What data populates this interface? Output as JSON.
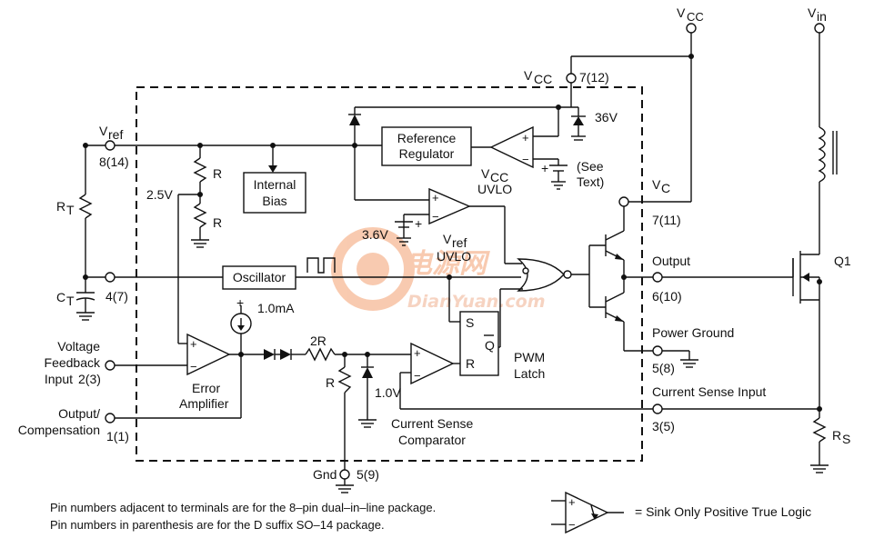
{
  "labels": {
    "vcc_top": "V",
    "vcc_top_sub": "CC",
    "vin": "V",
    "vin_sub": "in",
    "vcc_pin": "V",
    "vcc_pin_sub": "CC",
    "vcc_pin_num": "7(12)",
    "zener_36": "36V",
    "vref": "V",
    "vref_sub": "ref",
    "vref_pin": "8(14)",
    "ref_reg_1": "Reference",
    "ref_reg_2": "Regulator",
    "vcc_uvlo_v": "V",
    "vcc_uvlo_sub": "CC",
    "vcc_uvlo": "UVLO",
    "see_text_1": "(See",
    "see_text_2": "Text)",
    "r_label_1": "R",
    "r_label_2": "R",
    "v25": "2.5V",
    "internal_bias_1": "Internal",
    "internal_bias_2": "Bias",
    "rt": "R",
    "rt_sub": "T",
    "v36": "3.6V",
    "vref_uvlo_v": "V",
    "vref_uvlo_sub": "ref",
    "vref_uvlo": "UVLO",
    "vc": "V",
    "vc_sub": "C",
    "vc_pin": "7(11)",
    "ct": "C",
    "ct_sub": "T",
    "ct_pin": "4(7)",
    "oscillator": "Oscillator",
    "output": "Output",
    "output_pin": "6(10)",
    "q1": "Q1",
    "i1ma": "1.0mA",
    "voltage_fb_1": "Voltage",
    "voltage_fb_2": "Feedback",
    "voltage_fb_3": "Input",
    "voltage_fb_pin": "2(3)",
    "error_amp_1": "Error",
    "error_amp_2": "Amplifier",
    "r2r": "2R",
    "r_div": "R",
    "v10": "1.0V",
    "latch_s": "S",
    "latch_q": "Q",
    "latch_r": "R",
    "pwm_1": "PWM",
    "pwm_2": "Latch",
    "power_ground": "Power Ground",
    "power_ground_pin": "5(8)",
    "current_sense_input": "Current Sense Input",
    "current_sense_pin": "3(5)",
    "output_comp_1": "Output/",
    "output_comp_2": "Compensation",
    "output_comp_pin": "1(1)",
    "cs_comp_1": "Current Sense",
    "cs_comp_2": "Comparator",
    "gnd": "Gnd",
    "gnd_pin": "5(9)",
    "rs": "R",
    "rs_sub": "S",
    "note_1": "Pin numbers adjacent to terminals are for the 8–pin dual–in–line package.",
    "note_2": "Pin numbers in parenthesis are for the D suffix SO–14 package.",
    "legend": "= Sink Only Positive True Logic"
  },
  "watermark": {
    "cn": "电源网",
    "en": "DianYuan.com",
    "color": "#f0a070"
  }
}
